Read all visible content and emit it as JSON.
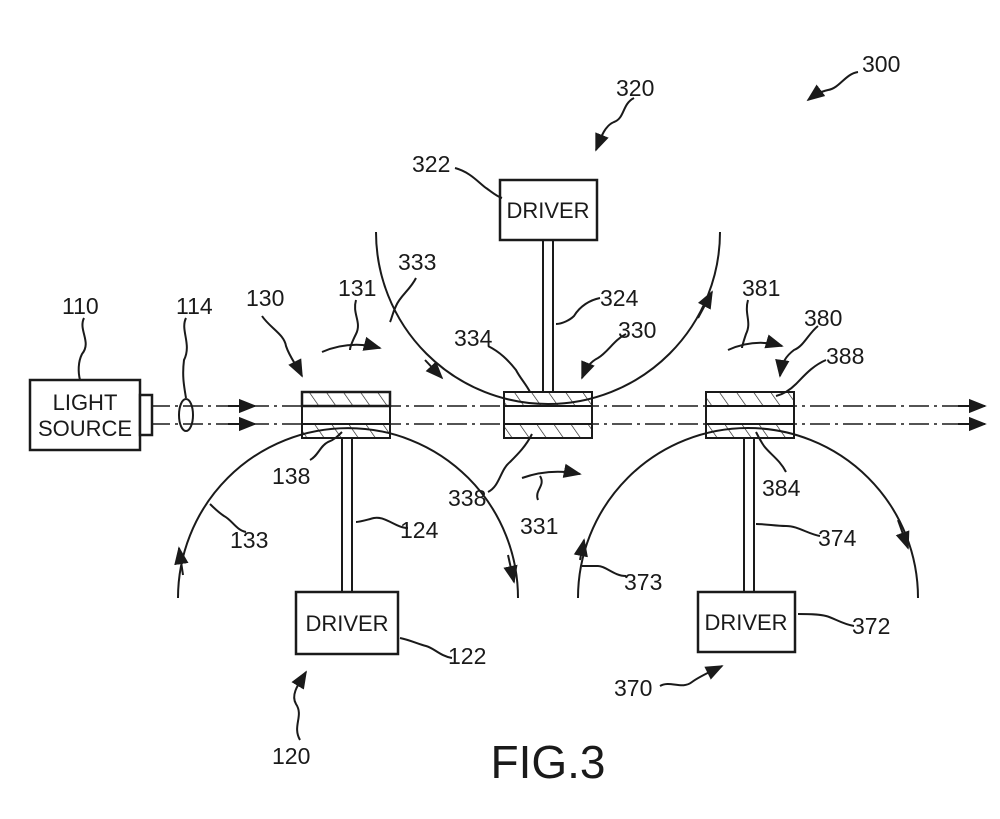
{
  "figure": {
    "caption": "FIG.3",
    "system_label": "300",
    "light_source": {
      "ref": "110",
      "text_line1": "LIGHT",
      "text_line2": "SOURCE"
    },
    "beam_ref": "114",
    "drivers": [
      {
        "ref": "122",
        "text": "DRIVER"
      },
      {
        "ref": "322",
        "text": "DRIVER"
      },
      {
        "ref": "372",
        "text": "DRIVER"
      }
    ],
    "assemblies": [
      "120",
      "320",
      "370"
    ],
    "shafts": [
      "124",
      "324",
      "374"
    ],
    "elements": [
      "130",
      "330",
      "380"
    ],
    "element_layers": [
      "138",
      "334",
      "338",
      "384",
      "388"
    ],
    "rotation_refs": [
      "131",
      "133",
      "331",
      "333",
      "373",
      "381"
    ]
  }
}
